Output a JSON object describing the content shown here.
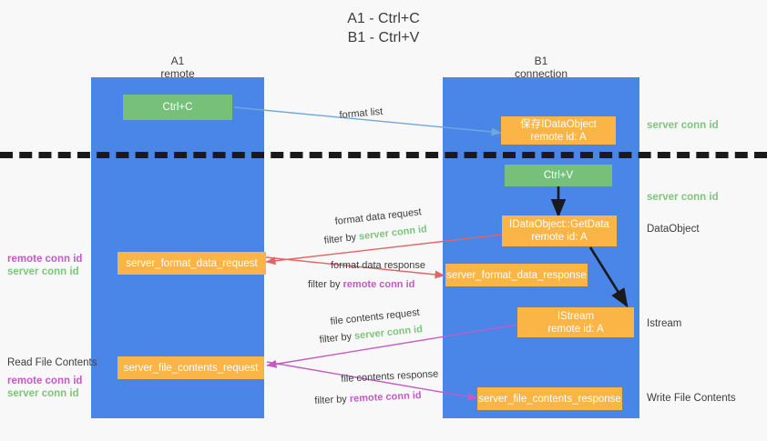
{
  "title": {
    "line1": "A1 - Ctrl+C",
    "line2": "B1 - Ctrl+V"
  },
  "columns": [
    {
      "name": "A1",
      "sub": "remote"
    },
    {
      "name": "B1",
      "sub": "connection"
    }
  ],
  "colors": {
    "lane": "#4a86e8",
    "green_box": "#76c07a",
    "orange_box": "#fbb446",
    "server_conn": "#7bc67b",
    "remote_conn": "#c45ac4",
    "arrow_blue": "#6fa8dc",
    "arrow_red": "#e06666",
    "arrow_magenta": "#c45ac4",
    "arrow_black": "#1a1a1a",
    "background": "#f8f8f8"
  },
  "nodes": {
    "ctrl_c": {
      "label": "Ctrl+C"
    },
    "ctrl_v": {
      "label": "Ctrl+V"
    },
    "save_dataobject": {
      "line1": "保存IDataObject",
      "line2": "remote id: A"
    },
    "getdata": {
      "line1": "IDataObject::GetData",
      "line2": "remote id: A"
    },
    "istream": {
      "line1": "IStream",
      "line2": "remote id: A"
    },
    "server_format_data_request": {
      "label": "server_format_data_request"
    },
    "server_format_data_response": {
      "label": "server_format_data_response"
    },
    "server_file_contents_request": {
      "label": "server_file_contents_request"
    },
    "server_file_contents_response": {
      "label": "server_file_contents_response"
    }
  },
  "edge_captions": {
    "format_list": "format list",
    "format_data_request": "format data request",
    "format_data_request_filter_prefix": "filter by ",
    "format_data_request_filter_value": "server conn id",
    "format_data_response": "format data response",
    "format_data_response_filter_prefix": "filter by ",
    "format_data_response_filter_value": "remote conn id",
    "file_contents_request": "file contents request",
    "file_contents_request_filter_prefix": "filter by ",
    "file_contents_request_filter_value": "server conn id",
    "file_contents_response": "file contents response",
    "file_contents_response_filter_prefix": "filter by ",
    "file_contents_response_filter_value": "remote conn id"
  },
  "right_labels": {
    "server_conn_id_top": "server conn id",
    "server_conn_id_mid": "server conn id",
    "dataobject": "DataObject",
    "istream": "Istream",
    "write_file_contents": "Write File Contents"
  },
  "left_labels": {
    "mid_remote": "remote conn id",
    "mid_server": "server conn id",
    "read_file_contents": "Read File Contents",
    "bottom_remote": "remote conn id",
    "bottom_server": "server conn id"
  }
}
